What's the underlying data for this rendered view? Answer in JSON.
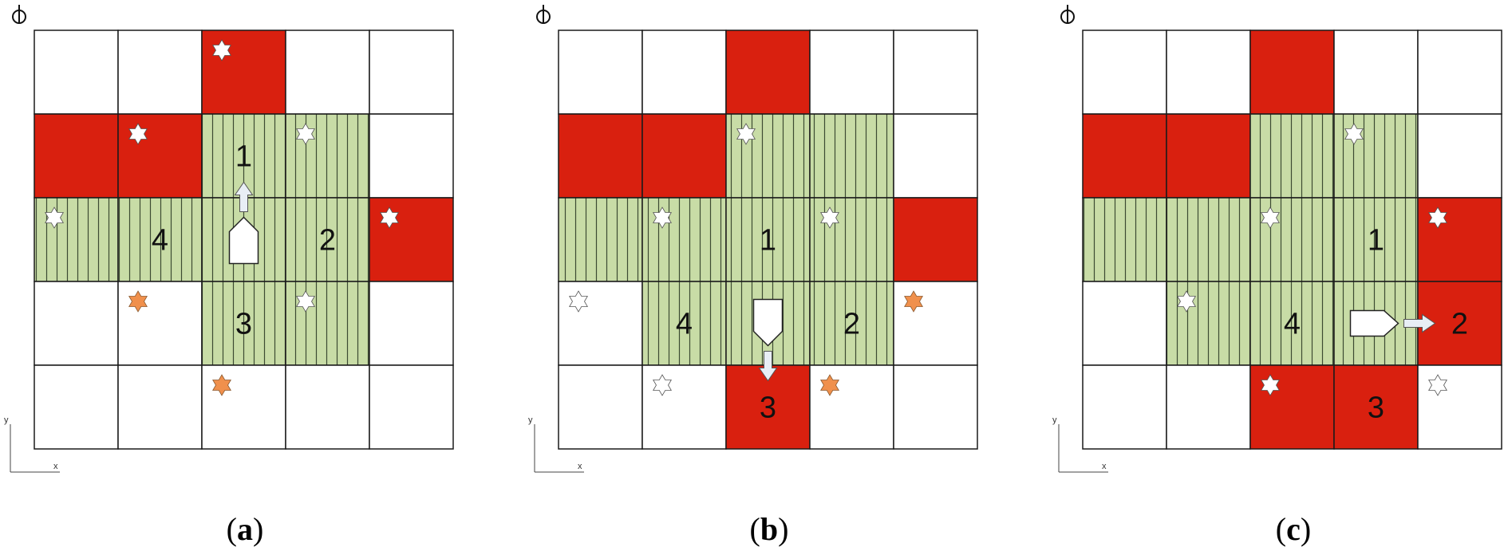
{
  "colors": {
    "blocked": "#d9200f",
    "explored": "#c8dca6",
    "explored_stripe": "#3c4a32",
    "grid_line": "#1a1a1a",
    "star_white": "#ffffff",
    "star_orange": "#f0904c",
    "arrow_fill": "#e8eef5"
  },
  "icons": {
    "compass": "compass-icon",
    "robot": "robot-pentagon-icon",
    "arrow": "direction-arrow-icon",
    "star": "six-pointed-star-icon"
  },
  "axis": {
    "y_label": "y",
    "x_label": "x"
  },
  "panels": [
    {
      "caption_open": "(",
      "caption_letter": "a",
      "caption_close": ")",
      "blocked": [
        [
          0,
          2
        ],
        [
          1,
          0
        ],
        [
          1,
          1
        ],
        [
          2,
          4
        ]
      ],
      "explored": [
        [
          1,
          2
        ],
        [
          1,
          3
        ],
        [
          2,
          0
        ],
        [
          2,
          1
        ],
        [
          2,
          2
        ],
        [
          2,
          3
        ],
        [
          3,
          2
        ],
        [
          3,
          3
        ]
      ],
      "numbers": [
        {
          "row": 1,
          "col": 2,
          "text": "1"
        },
        {
          "row": 2,
          "col": 3,
          "text": "2"
        },
        {
          "row": 3,
          "col": 2,
          "text": "3"
        },
        {
          "row": 2,
          "col": 1,
          "text": "4"
        }
      ],
      "stars_white": [
        [
          0,
          2
        ],
        [
          1,
          1
        ],
        [
          1,
          3
        ],
        [
          2,
          0
        ],
        [
          2,
          4
        ],
        [
          3,
          3
        ]
      ],
      "stars_orange": [
        [
          3,
          1
        ],
        [
          4,
          2
        ]
      ],
      "robot": {
        "row": 2,
        "col": 2,
        "heading": "up"
      }
    },
    {
      "caption_open": "(",
      "caption_letter": "b",
      "caption_close": ")",
      "blocked": [
        [
          0,
          2
        ],
        [
          1,
          0
        ],
        [
          1,
          1
        ],
        [
          2,
          4
        ],
        [
          4,
          2
        ]
      ],
      "explored": [
        [
          1,
          2
        ],
        [
          1,
          3
        ],
        [
          2,
          0
        ],
        [
          2,
          1
        ],
        [
          2,
          2
        ],
        [
          2,
          3
        ],
        [
          3,
          1
        ],
        [
          3,
          2
        ],
        [
          3,
          3
        ]
      ],
      "numbers": [
        {
          "row": 2,
          "col": 2,
          "text": "1"
        },
        {
          "row": 3,
          "col": 3,
          "text": "2"
        },
        {
          "row": 4,
          "col": 2,
          "text": "3"
        },
        {
          "row": 3,
          "col": 1,
          "text": "4"
        }
      ],
      "stars_white": [
        [
          1,
          2
        ],
        [
          2,
          1
        ],
        [
          2,
          3
        ],
        [
          3,
          0
        ],
        [
          4,
          1
        ]
      ],
      "stars_orange": [
        [
          3,
          4
        ],
        [
          4,
          3
        ]
      ],
      "robot": {
        "row": 3,
        "col": 2,
        "heading": "down"
      }
    },
    {
      "caption_open": "(",
      "caption_letter": "c",
      "caption_close": ")",
      "blocked": [
        [
          0,
          2
        ],
        [
          1,
          0
        ],
        [
          1,
          1
        ],
        [
          2,
          4
        ],
        [
          3,
          4
        ],
        [
          4,
          2
        ],
        [
          4,
          3
        ]
      ],
      "explored": [
        [
          1,
          2
        ],
        [
          1,
          3
        ],
        [
          2,
          0
        ],
        [
          2,
          1
        ],
        [
          2,
          2
        ],
        [
          2,
          3
        ],
        [
          3,
          1
        ],
        [
          3,
          2
        ],
        [
          3,
          3
        ]
      ],
      "numbers": [
        {
          "row": 2,
          "col": 3,
          "text": "1"
        },
        {
          "row": 3,
          "col": 4,
          "text": "2"
        },
        {
          "row": 4,
          "col": 3,
          "text": "3"
        },
        {
          "row": 3,
          "col": 2,
          "text": "4"
        }
      ],
      "stars_white": [
        [
          1,
          3
        ],
        [
          2,
          2
        ],
        [
          2,
          4
        ],
        [
          3,
          1
        ],
        [
          4,
          2
        ],
        [
          4,
          4
        ]
      ],
      "stars_orange": [],
      "robot": {
        "row": 3,
        "col": 3,
        "heading": "right"
      }
    }
  ]
}
